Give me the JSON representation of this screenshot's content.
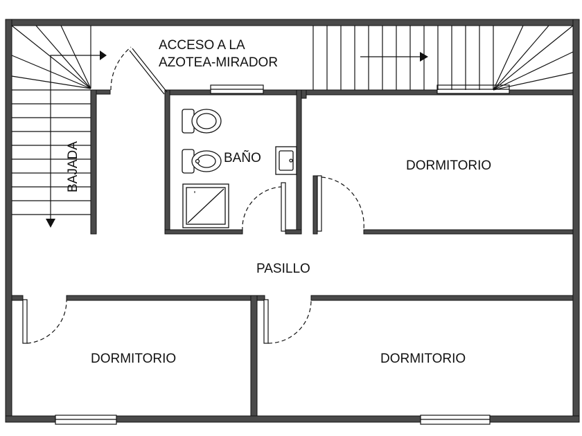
{
  "labels": {
    "access_line1": "ACCESO A LA",
    "access_line2": "AZOTEA-MIRADOR",
    "bathroom": "BAÑO",
    "bedroom_top_right": "DORMITORIO",
    "hallway": "PASILLO",
    "stair_down": "BAJADA",
    "bedroom_bottom_left": "DORMITORIO",
    "bedroom_bottom_right": "DORMITORIO"
  },
  "colors": {
    "wall": "#4a4a4a",
    "line": "#1a1a1a",
    "background": "#ffffff"
  }
}
